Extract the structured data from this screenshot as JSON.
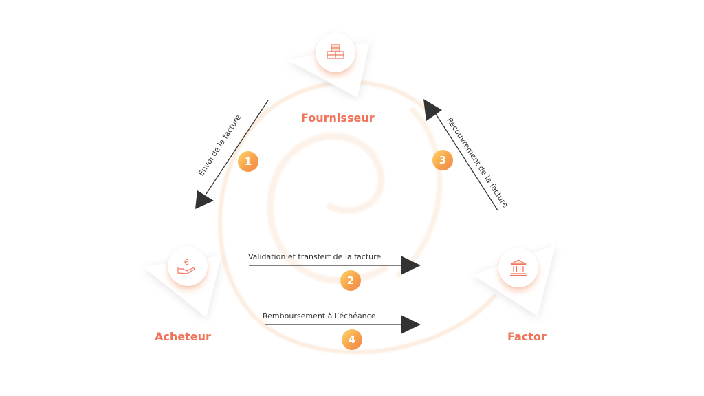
{
  "nodes": {
    "fournisseur": {
      "label": "Fournisseur",
      "icon": "boxes-icon"
    },
    "acheteur": {
      "label": "Acheteur",
      "icon": "euro-hand-icon"
    },
    "factor": {
      "label": "Factor",
      "icon": "bank-icon"
    }
  },
  "arrows": [
    {
      "step": "1",
      "text": "Envoi de la facture",
      "from": "Fournisseur",
      "to": "Acheteur"
    },
    {
      "step": "2",
      "text": "Validation et transfert de la facture",
      "from": "Acheteur",
      "to": "Factor"
    },
    {
      "step": "3",
      "text": "Recouvrement de la facture",
      "from": "Factor",
      "to": "Fournisseur"
    },
    {
      "step": "4",
      "text": "Remboursement à l’échéance",
      "from": "Acheteur",
      "to": "Factor"
    }
  ],
  "colors": {
    "accent": "#f0735a",
    "badge_start": "#ffd66b",
    "badge_end": "#f28650",
    "arrow": "#333333"
  }
}
